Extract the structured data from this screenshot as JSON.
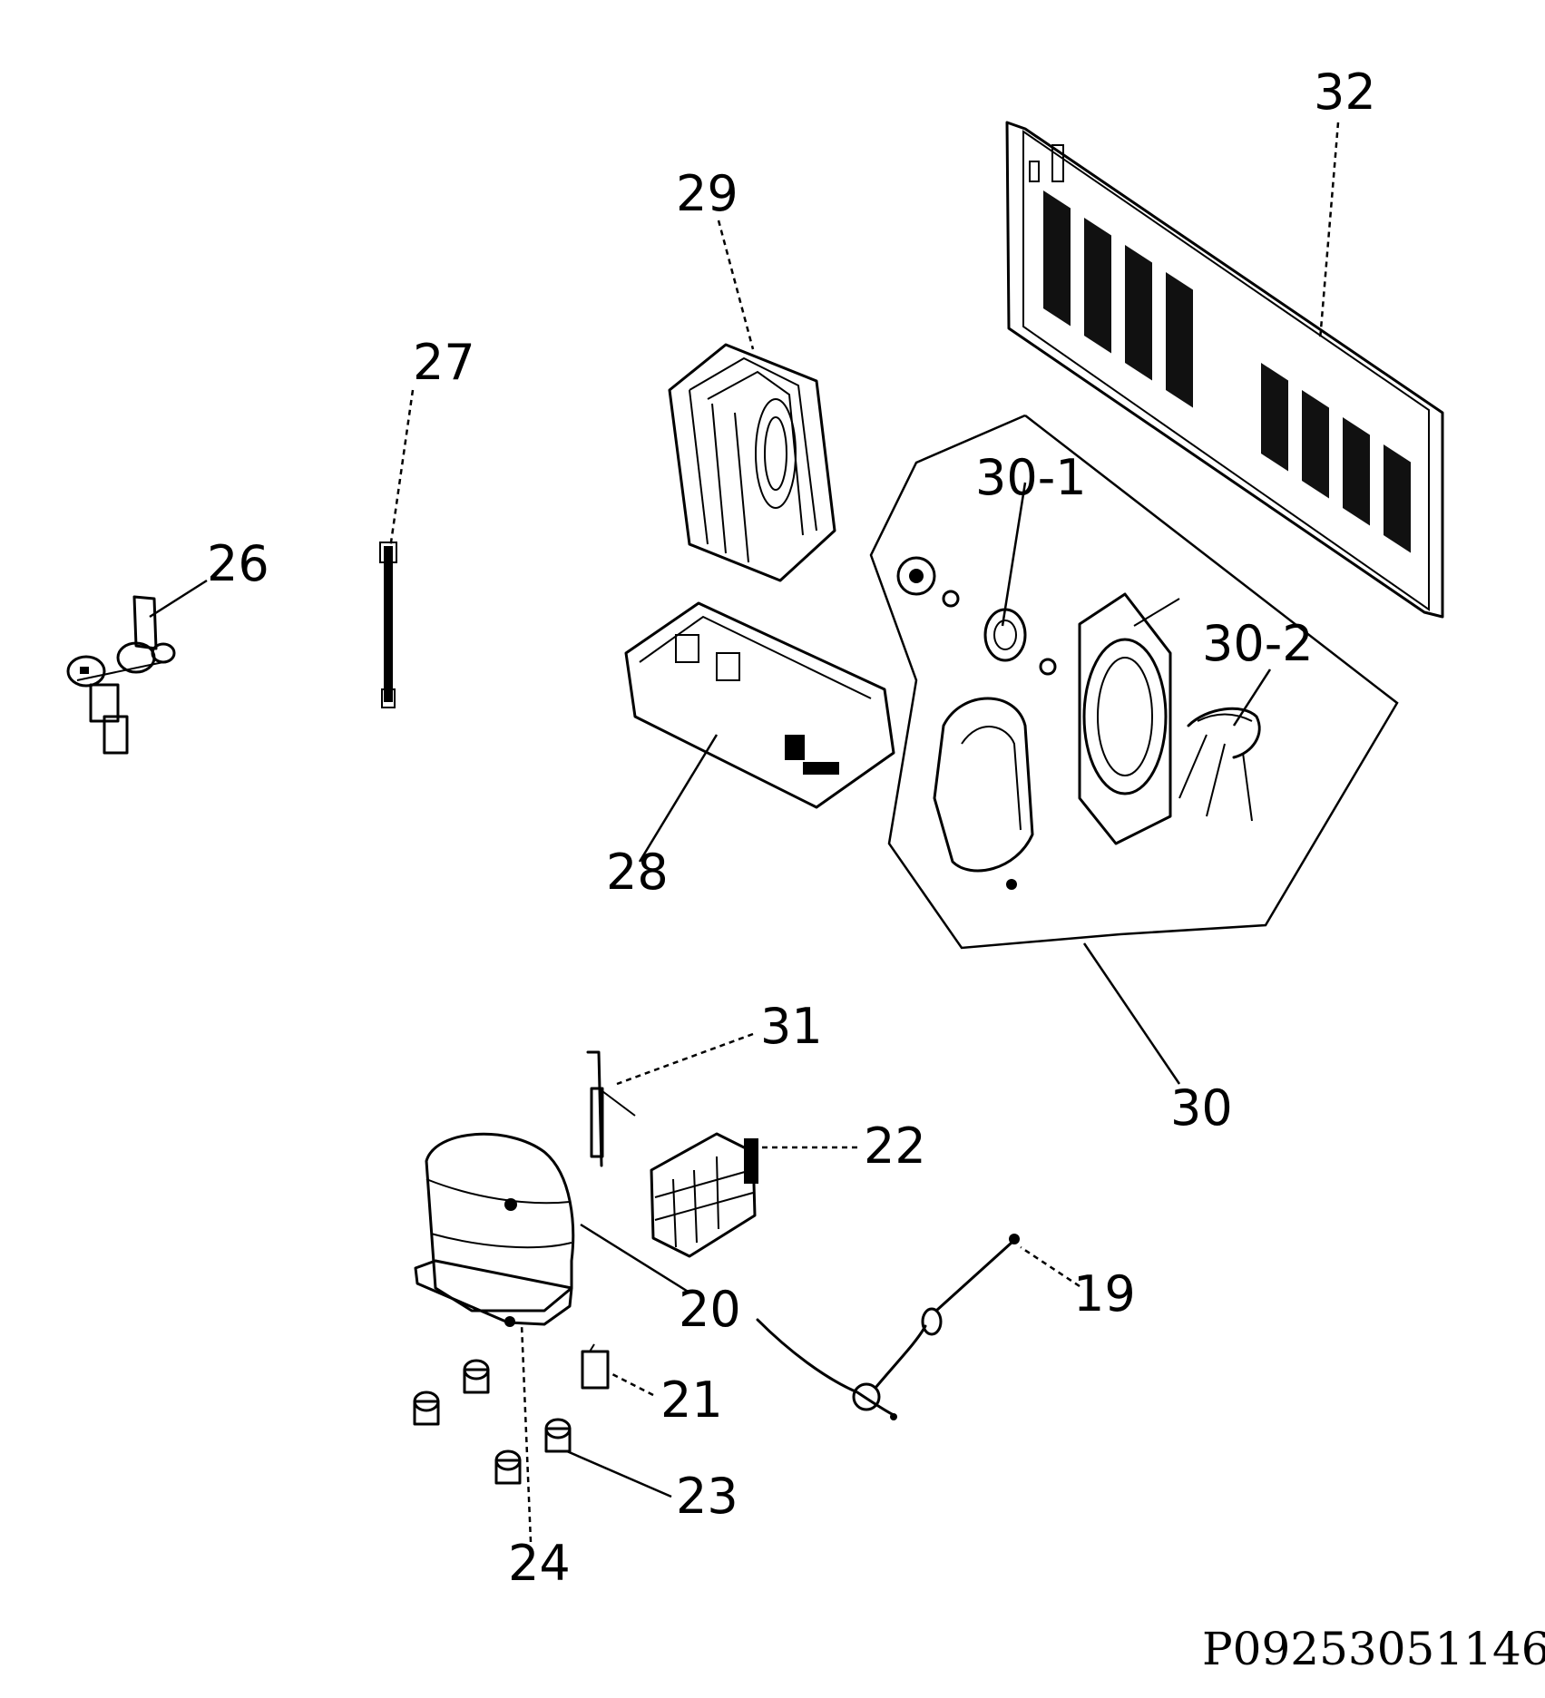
{
  "callouts": {
    "c19": "19",
    "c20": "20",
    "c21": "21",
    "c22": "22",
    "c23": "23",
    "c24": "24",
    "c26": "26",
    "c27": "27",
    "c28": "28",
    "c29": "29",
    "c30": "30",
    "c30_1": "30-1",
    "c30_2": "30-2",
    "c31": "31",
    "c32": "32"
  },
  "document_id": "P09253051146"
}
